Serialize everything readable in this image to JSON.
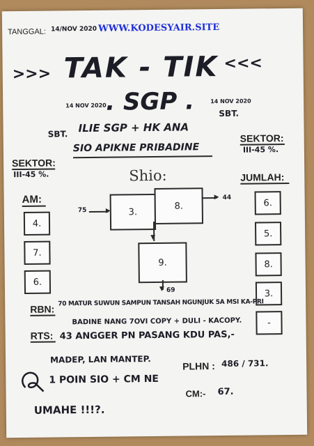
{
  "header": {
    "tanggal_label": "TANGGAL:",
    "tanggal_value": "14/NOV 2020",
    "website": "WWW.KODESYAIR.SITE"
  },
  "title": {
    "left_arrows": ">>>",
    "main": "TAK - TIK",
    "right_arrows": "<<<",
    "market": ". SGP ."
  },
  "dates": {
    "left_date": "14 NOV 2020",
    "right_date": "14 NOV 2020",
    "left_day": "SBT.",
    "right_day": "SBT."
  },
  "heading_lines": {
    "line1": "ILIE SGP + HK ANA",
    "line2": "SIO APIKNE PRIBADINE"
  },
  "sektor_left": {
    "label": "SEKTOR:",
    "value": "III-45 %."
  },
  "sektor_right": {
    "label": "SEKTOR:",
    "value": "III-45 %."
  },
  "shio": {
    "label": "Shio:"
  },
  "am": {
    "label": "AM:",
    "values": [
      "4.",
      "7.",
      "6."
    ]
  },
  "jumlah": {
    "label": "JUMLAH:",
    "values": [
      "6.",
      "5.",
      "8.",
      "3.",
      "-"
    ]
  },
  "diagram": {
    "left_in": "75",
    "right_out": "44",
    "bottom_out": "69",
    "box_a": "3.",
    "box_b": "8.",
    "box_c": "9."
  },
  "rbn": {
    "label": "RBN:",
    "line1": "70 MATUR SUWUN SAMPUN TANSAH NGUNJUK 5A MSI KA-PRI",
    "line2": "BADINE NANG 7OVI COPY + DULI - KACOPY."
  },
  "rts": {
    "label": "RTS:",
    "line1": "43  ANGGER PN PASANG KDU PAS,-",
    "line2": "MADEP, LAN MANTEP."
  },
  "plhn": {
    "label": "PLHN :",
    "value": "486 / 731."
  },
  "closing": {
    "line1": "1 POIN SIO + CM NE",
    "cm_label": "CM:-",
    "cm_value": "67.",
    "line2": "UMAHE !!!?."
  }
}
